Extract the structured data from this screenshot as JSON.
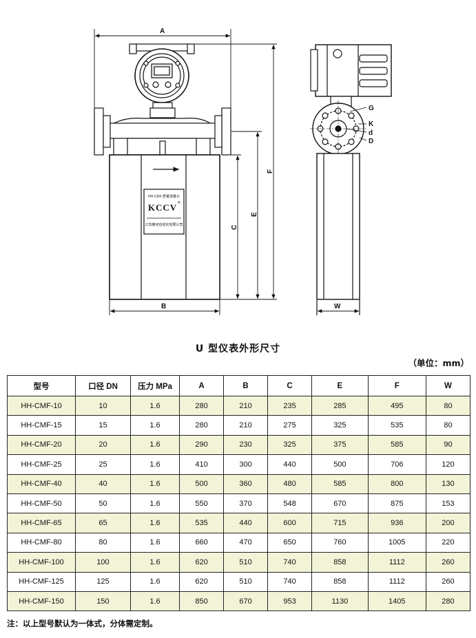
{
  "drawing": {
    "dims": {
      "A": "A",
      "B": "B",
      "C": "C",
      "E": "E",
      "F": "F",
      "W": "W",
      "G": "G",
      "K": "K",
      "d": "d",
      "D": "D"
    },
    "nameplate": {
      "title": "HH-CMF 质量流量计",
      "brand": "KCCV",
      "registered": "®",
      "company": "江苏横河自动化有限公司"
    }
  },
  "title": "U 型仪表外形尺寸",
  "unit": "（单位：mm）",
  "table": {
    "headers": [
      "型号",
      "口径 DN",
      "压力 MPa",
      "A",
      "B",
      "C",
      "E",
      "F",
      "W"
    ],
    "rows": [
      [
        "HH-CMF-10",
        "10",
        "1.6",
        "280",
        "210",
        "235",
        "285",
        "495",
        "80"
      ],
      [
        "HH-CMF-15",
        "15",
        "1.6",
        "280",
        "210",
        "275",
        "325",
        "535",
        "80"
      ],
      [
        "HH-CMF-20",
        "20",
        "1.6",
        "290",
        "230",
        "325",
        "375",
        "585",
        "90"
      ],
      [
        "HH-CMF-25",
        "25",
        "1.6",
        "410",
        "300",
        "440",
        "500",
        "706",
        "120"
      ],
      [
        "HH-CMF-40",
        "40",
        "1.6",
        "500",
        "360",
        "480",
        "585",
        "800",
        "130"
      ],
      [
        "HH-CMF-50",
        "50",
        "1.6",
        "550",
        "370",
        "548",
        "670",
        "875",
        "153"
      ],
      [
        "HH-CMF-65",
        "65",
        "1.6",
        "535",
        "440",
        "600",
        "715",
        "936",
        "200"
      ],
      [
        "HH-CMF-80",
        "80",
        "1.6",
        "660",
        "470",
        "650",
        "760",
        "1005",
        "220"
      ],
      [
        "HH-CMF-100",
        "100",
        "1.6",
        "620",
        "510",
        "740",
        "858",
        "1112",
        "260"
      ],
      [
        "HH-CMF-125",
        "125",
        "1.6",
        "620",
        "510",
        "740",
        "858",
        "1112",
        "260"
      ],
      [
        "HH-CMF-150",
        "150",
        "1.6",
        "850",
        "670",
        "953",
        "1130",
        "1405",
        "280"
      ]
    ],
    "shade_color": "#f3f4d7"
  },
  "note": "注：以上型号默认为一体式，分体需定制。"
}
